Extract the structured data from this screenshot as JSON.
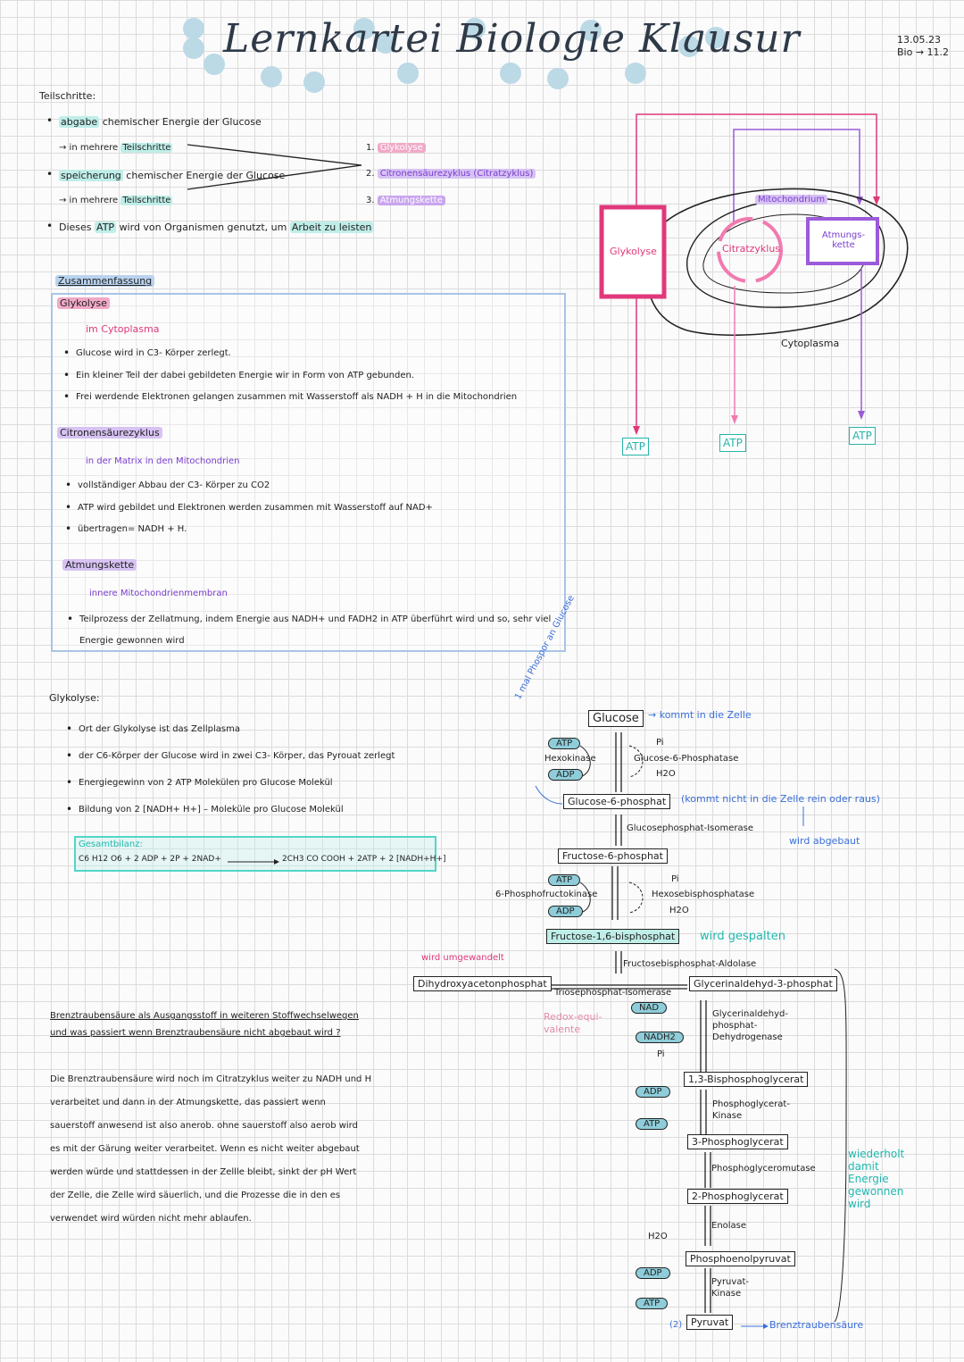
{
  "header": {
    "title": "Lernkartei Biologie Klausur",
    "date": "13.05.23",
    "course": "Bio → 11.2"
  },
  "teilschritte": {
    "heading": "Teilschritte:",
    "line1_a": "abgabe",
    "line1_b": "chemischer Energie der Glucose",
    "line2_a": "→ in mehrere",
    "line2_b": "Teilschritte",
    "line3_a": "speicherung",
    "line3_b": "chemischer Energie der Glucose",
    "line4_a": "→ in mehrere",
    "line4_b": "Teilschritte",
    "line5_a": "Dieses",
    "line5_atp": "ATP",
    "line5_b": "wird von Organismen genutzt, um",
    "line5_c": "Arbeit zu leisten",
    "steps": [
      {
        "num": "1.",
        "label": "Glykolyse"
      },
      {
        "num": "2.",
        "label": "Citronensäurezyklus (Citratzyklus)"
      },
      {
        "num": "3.",
        "label": "Atmungskette"
      }
    ]
  },
  "zusammenfassung": {
    "heading": "Zusammenfassung",
    "glykolyse": {
      "title": "Glykolyse",
      "location": "im Cytoplasma",
      "points": [
        "Glucose wird in C3- Körper zerlegt.",
        "Ein kleiner Teil der dabei gebildeten Energie wir in Form von ATP gebunden.",
        "Frei werdende Elektronen gelangen zusammen mit Wasserstoff als NADH + H in die Mitochondrien"
      ]
    },
    "citrat": {
      "title": "Citronensäurezyklus",
      "location": "in der Matrix in den Mitochondrien",
      "points": [
        "vollständiger Abbau der C3- Körper zu CO2",
        "ATP wird gebildet und Elektronen werden zusammen mit Wasserstoff auf NAD+",
        "übertragen= NADH + H."
      ]
    },
    "atmung": {
      "title": "Atmungskette",
      "location": "innere Mitochondrienmembran",
      "points": [
        "Teilprozess der Zellatmung, indem Energie aus NADH+ und FADH2 in ATP überführt wird und so, sehr viel",
        "Energie gewonnen wird"
      ]
    }
  },
  "cell": {
    "glykolyse": "Glykolyse",
    "citrat": "Citratzyklus",
    "atmung": "Atmungs-kette",
    "mito": "Mitochondrium",
    "cyto": "Cytoplasma",
    "atp1": "ATP",
    "atp2": "ATP",
    "atp3": "ATP"
  },
  "glykolyse2": {
    "heading": "Glykolyse:",
    "points": [
      "Ort der Glykolyse ist das Zellplasma",
      "der C6-Körper der Glucose wird in zwei C3- Körper, das Pyrouat zerlegt",
      "Energiegewinn von 2 ATP Molekülen pro Glucose Molekül",
      "Bildung von 2 [NADH+ H+] – Moleküle pro Glucose Molekül"
    ],
    "gesamt_title": "Gesamtbilanz:",
    "gesamt_left": "C6 H12 O6 + 2 ADP + 2P + 2NAD+",
    "gesamt_right": "2CH3 CO COOH + 2ATP + 2 [NADH+H+]"
  },
  "brenz": {
    "question_1": "Brenztraubensäure als Ausgangsstoff in weiteren Stoffwechselwegen",
    "question_2": "und was passiert wenn Brenztraubensäure nicht abgebaut wird ?",
    "lines": [
      "Die Brenztraubensäure wird noch im Citratzyklus weiter zu NADH und H",
      "verarbeitet und dann in der Atmungskette, das passiert wenn",
      "sauerstoff anwesend ist also anerob. ohne sauerstoff also aerob wird",
      "es mit der Gärung weiter verarbeitet. Wenn es nicht weiter abgebaut",
      "werden würde und stattdessen in der Zellle bleibt, sinkt der pH Wert",
      "der Zelle, die Zelle wird säuerlich, und die Prozesse die in den es",
      "verwendet wird würden nicht mehr ablaufen."
    ]
  },
  "pathway": {
    "side_note": "1 mal Phospor an Glucose",
    "glucose": "Glucose",
    "glucose_note": "→ kommt in die Zelle",
    "atp": "ATP",
    "adp": "ADP",
    "hexokinase": "Hexokinase",
    "pi1": "Pi",
    "g6phosphatase": "Glucose-6-Phosphatase",
    "h2o1": "H2O",
    "g6p": "Glucose-6-phosphat",
    "g6p_note": "(kommt nicht in die Zelle rein oder raus)",
    "abgebaut": "wird abgebaut",
    "isomerase": "Glucosephosphat-Isomerase",
    "f6p": "Fructose-6-phosphat",
    "atp2": "ATP",
    "pfk": "6-Phosphofructokinase",
    "adp2": "ADP",
    "pi2": "Pi",
    "hexbis": "Hexosebisphosphatase",
    "h2o2": "H2O",
    "f16bp": "Fructose-1,6-bisphosphat",
    "gespalten": "wird gespalten",
    "aldolase": "Fructosebisphosphat-Aldolase",
    "umgewandelt": "wird umgewandelt",
    "dhap": "Dihydroxyacetonphosphat",
    "tpi": "Triosephosphat-Isomerase",
    "g3p": "Glycerinaldehyd-3-phosphat",
    "nad": "NAD",
    "redox": "Redox-equi-valente",
    "nadh2": "NADH2",
    "pi3": "Pi",
    "gapdh": "Glycerinaldehyd-phosphat-Dehydrogenase",
    "bpg13": "1,3-Bisphosphoglycerat",
    "adp3": "ADP",
    "atp3": "ATP",
    "pgk": "Phosphoglycerat-Kinase",
    "pg3": "3-Phosphoglycerat",
    "pgm": "Phosphoglyceromutase",
    "pg2": "2-Phosphoglycerat",
    "enolase": "Enolase",
    "h2o3": "H2O",
    "pep": "Phosphoenolpyruvat",
    "adp4": "ADP",
    "atp4": "ATP",
    "pk": "Pyruvat-Kinase",
    "pyruvat": "Pyruvat",
    "count": "(2)",
    "brenz": "Brenztraubensäure",
    "wiederholt": "wiederholt damit Energie gewonnen wird"
  }
}
